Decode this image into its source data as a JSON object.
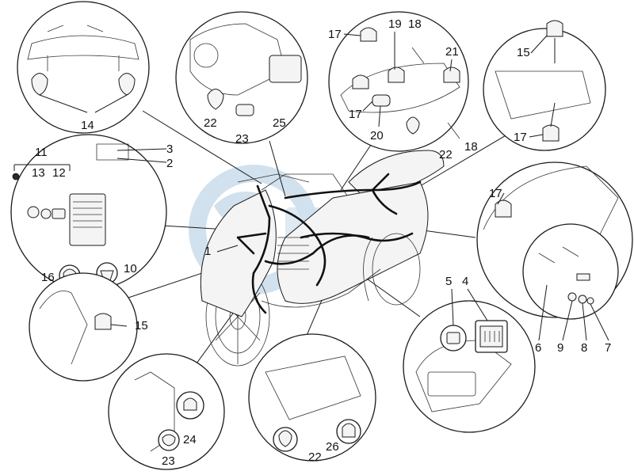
{
  "callouts": {
    "c1": "1",
    "c2": "2",
    "c3": "3",
    "c4": "4",
    "c5": "5",
    "c6": "6",
    "c7": "7",
    "c8": "8",
    "c9": "9",
    "c10": "10",
    "c11": "11",
    "c12": "12",
    "c13": "13",
    "c14": "14",
    "c15": "15",
    "c16": "16",
    "c17": "17",
    "c18": "18",
    "c19": "19",
    "c20": "20",
    "c21": "21",
    "c22": "22",
    "c23": "23",
    "c24": "24",
    "c25": "25",
    "c26": "26"
  },
  "colors": {
    "line": "#1a1a1a",
    "watermark": "#c9dcea"
  }
}
